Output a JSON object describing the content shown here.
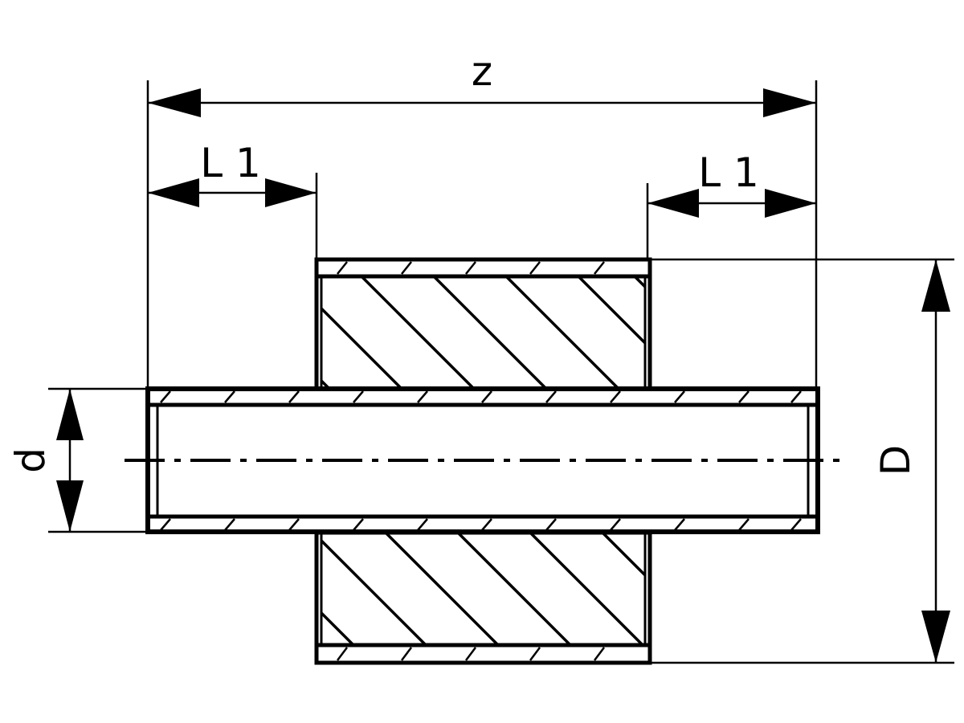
{
  "labels": {
    "overall_length": "z",
    "insertion_depth_left": "L 1",
    "insertion_depth_right": "L 1",
    "pipe_diameter": "d",
    "outer_diameter": "D"
  },
  "colors": {
    "line": "#000000",
    "background": "#ffffff"
  }
}
